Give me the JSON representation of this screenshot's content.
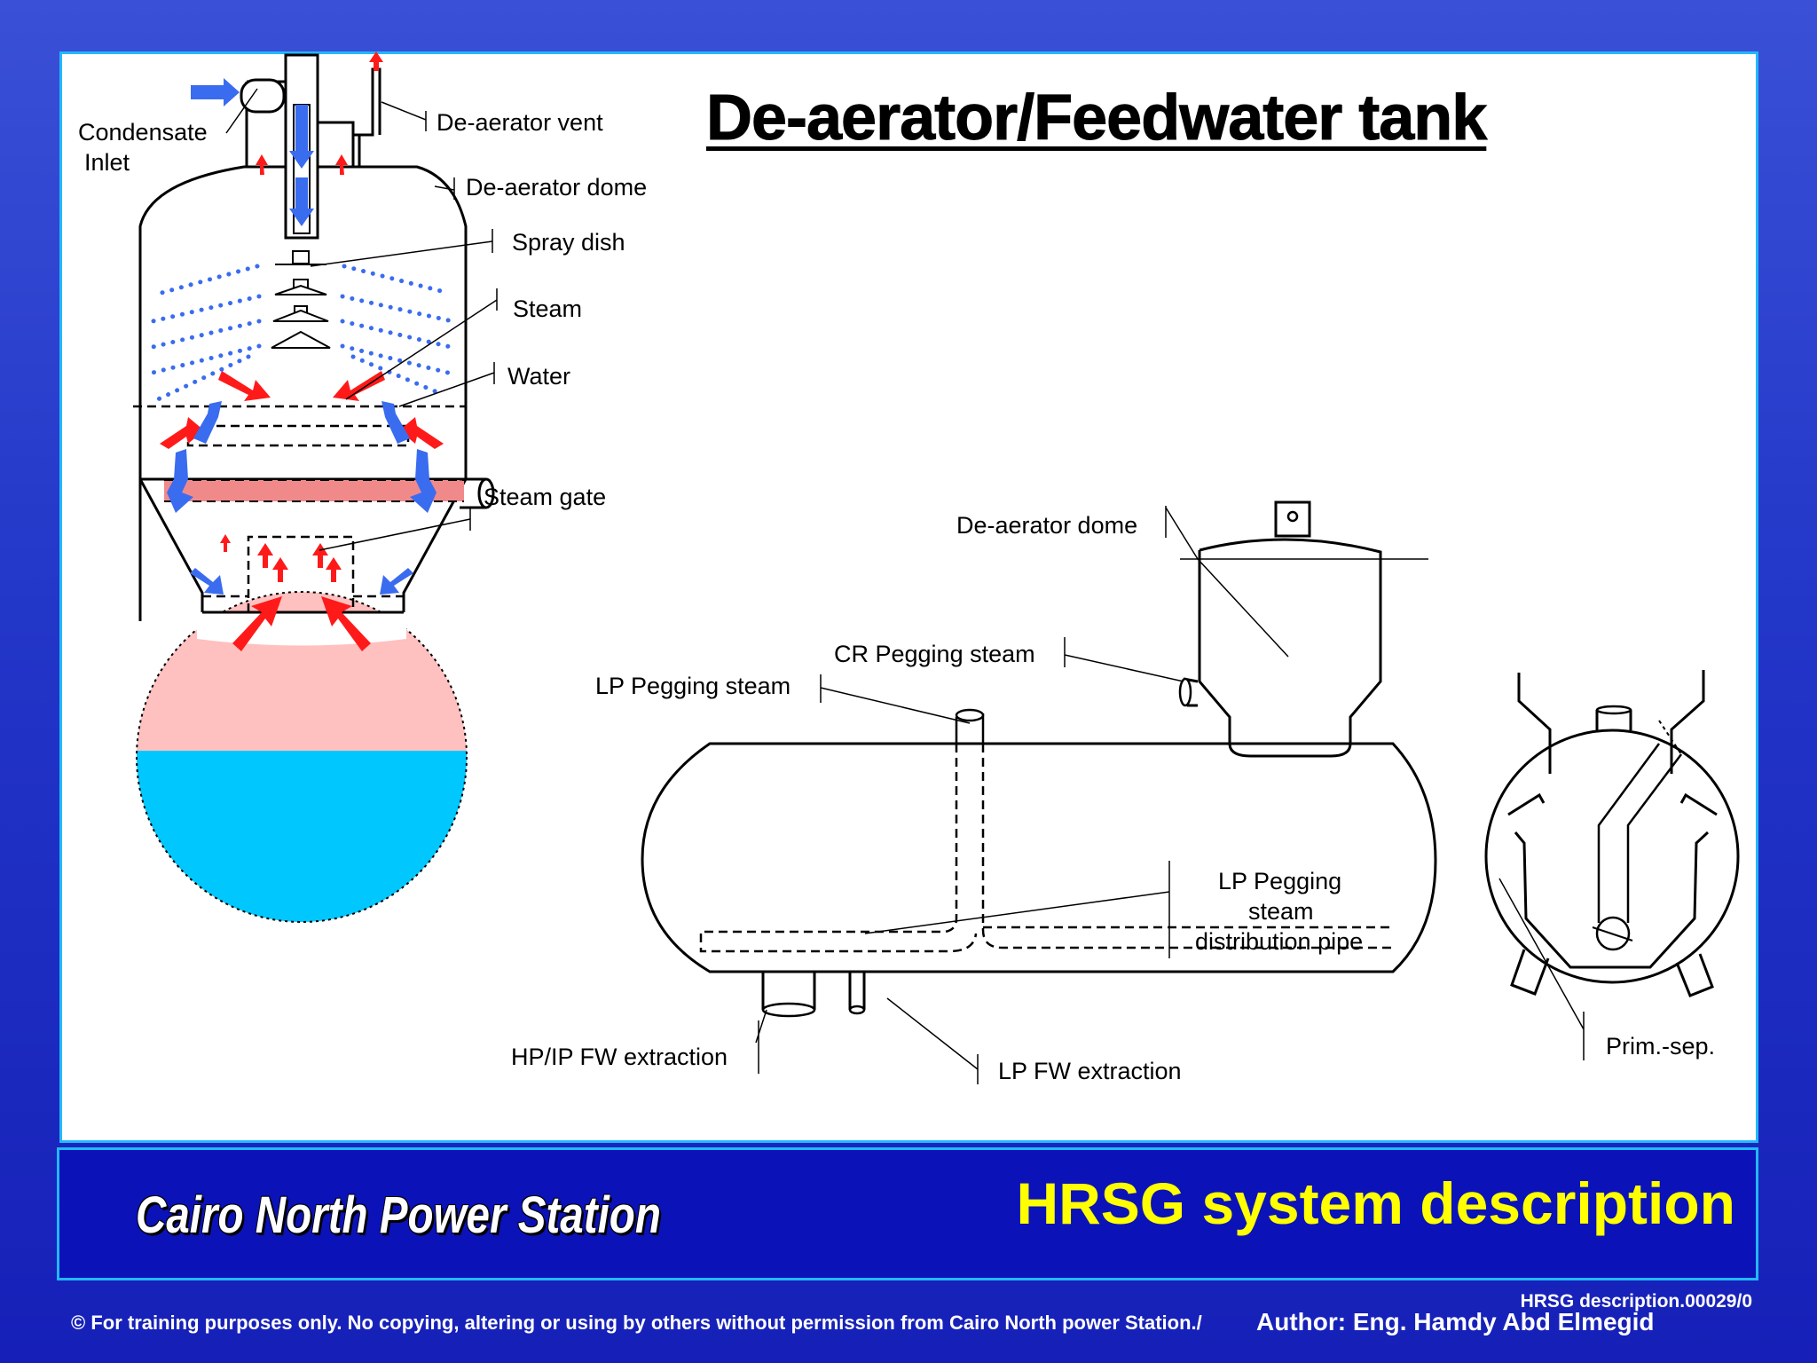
{
  "slide": {
    "title": "De-aerator/Feedwater tank",
    "footer": {
      "station_name": "Cairo North Power Station",
      "system_title": "HRSG system description",
      "doc_code": "HRSG description.00029/0",
      "copyright": "© For training purposes only. No copying, altering or using by others without permission from Cairo North power Station./",
      "author": "Author: Eng. Hamdy Abd Elmegid"
    }
  },
  "left_diagram": {
    "labels": {
      "condensate_inlet_1": "Condensate",
      "condensate_inlet_2": "Inlet",
      "deaerator_vent": "De-aerator vent",
      "deaerator_dome": "De-aerator dome",
      "spray_dish": "Spray dish",
      "steam": "Steam",
      "water": "Water",
      "steam_gate": "Steam gate"
    },
    "colors": {
      "water_blue": "#00c8ff",
      "steam_pink": "#ffc0c0",
      "gate_pink": "#f08a8a",
      "steam_arrow_red": "#ff1a1a",
      "water_arrow_blue": "#3a6cf0"
    }
  },
  "right_diagram": {
    "labels": {
      "deaerator_dome": "De-aerator dome",
      "cr_pegging_steam": "CR Pegging steam",
      "lp_pegging_steam": "LP Pegging steam",
      "lp_dist_pipe_1": "LP Pegging",
      "lp_dist_pipe_2": "steam",
      "lp_dist_pipe_3": "distribution pipe",
      "hp_ip_fw_extraction": "HP/IP FW extraction",
      "lp_fw_extraction": "LP FW extraction",
      "prim_sep": "Prim.-sep."
    }
  }
}
